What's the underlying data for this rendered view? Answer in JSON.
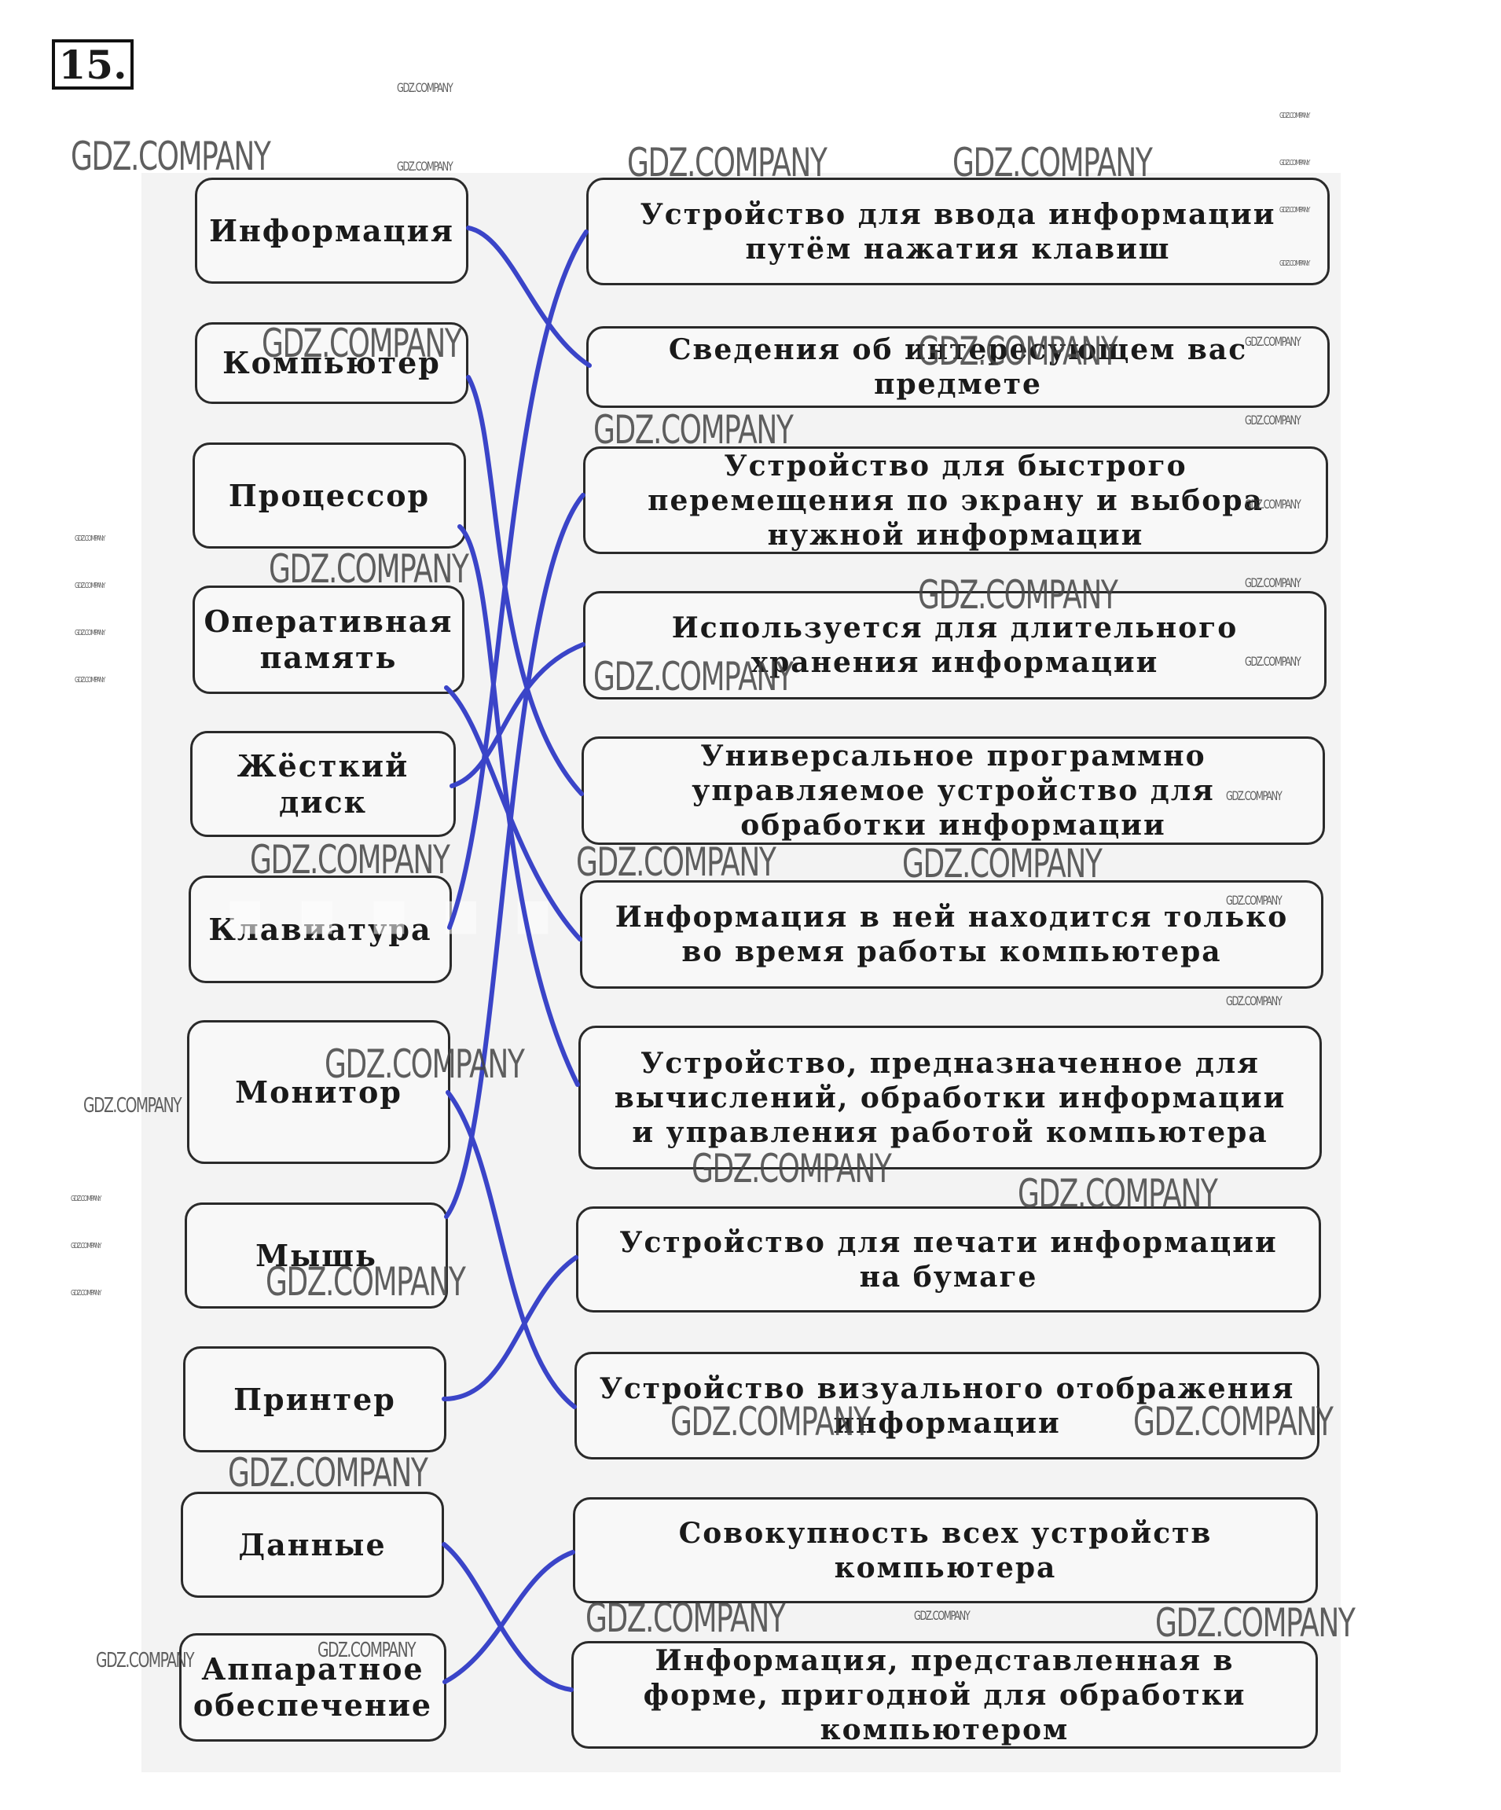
{
  "exercise_number": "15.",
  "watermark_text": "GDZ.COMPANY",
  "terms": [
    {
      "label": "Информация"
    },
    {
      "label": "Компьютер"
    },
    {
      "label": "Процессор"
    },
    {
      "label": "Оперативная\nпамять"
    },
    {
      "label": "Жёсткий\nдиск"
    },
    {
      "label": "Клавиатура"
    },
    {
      "label": "Монитор"
    },
    {
      "label": "Мышь"
    },
    {
      "label": "Принтер"
    },
    {
      "label": "Данные"
    },
    {
      "label": "Аппаратное\nобеспечение"
    }
  ],
  "definitions": [
    {
      "text": "Устройство для ввода информации путём нажатия клавиш"
    },
    {
      "text": "Сведения об интересующем вас предмете"
    },
    {
      "text": "Устройство для быстрого перемещения по экрану и выбора нужной информации"
    },
    {
      "text": "Используется для длительного хранения информации"
    },
    {
      "text": "Универсальное программно управляемое устройство для обработки информации"
    },
    {
      "text": "Информация в ней находится только во время работы компьютера"
    },
    {
      "text": "Устройство, предназначенное для вычислений, обработки информации и управления работой компьютера"
    },
    {
      "text": "Устройство для печати информации на бумаге"
    },
    {
      "text": "Устройство визуального отображения информации"
    },
    {
      "text": "Совокупность всех устройств компьютера"
    },
    {
      "text": "Информация, представленная в форме, пригодной для обработки компьютером"
    }
  ],
  "line_color": "#3a44c8"
}
